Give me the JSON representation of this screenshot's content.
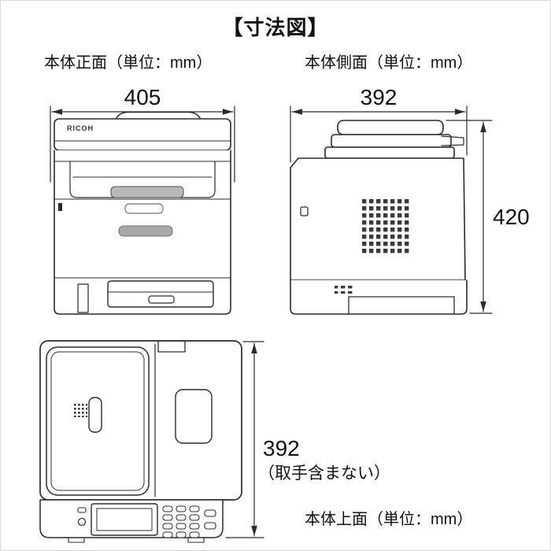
{
  "title": "【寸法図】",
  "views": {
    "front": {
      "label": "本体正面（単位：mm）",
      "width": "405",
      "brand": "RICOH"
    },
    "side": {
      "label": "本体側面（単位：mm）",
      "width": "392",
      "height": "420"
    },
    "top": {
      "label": "本体上面（単位：mm）",
      "depth": "392",
      "depth_note": "（取手含まない）"
    }
  },
  "colors": {
    "line": "#2b2b2b",
    "gray_fill": "#a8a8a8",
    "tray_gray": "#b9b9b9"
  }
}
